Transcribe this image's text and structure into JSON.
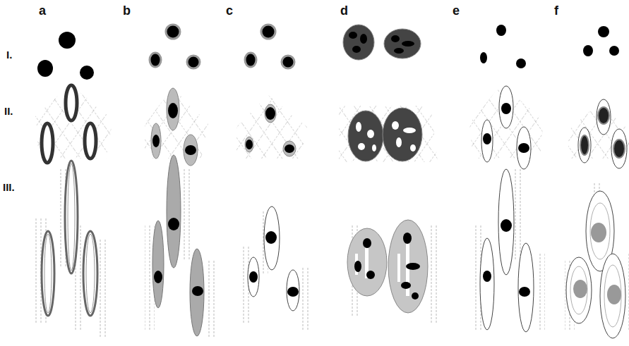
{
  "diagram": {
    "labels": [
      "a",
      "b",
      "c",
      "d",
      "e",
      "f",
      "I.",
      "II.",
      "III."
    ]
  }
}
